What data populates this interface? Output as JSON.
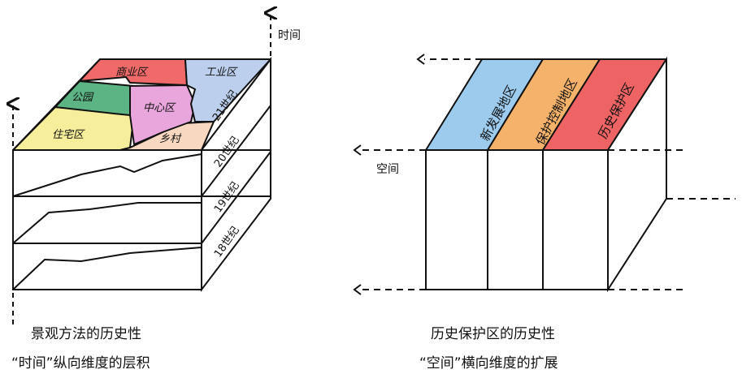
{
  "left": {
    "axis_label": "时间",
    "zones": {
      "commercial": "商业区",
      "industrial": "工业区",
      "park": "公园",
      "center": "中心区",
      "residential": "住宅区",
      "village": "乡村"
    },
    "layers": [
      "21世纪",
      "20世纪",
      "19世纪",
      "18世纪"
    ],
    "caption_line1": "景观方法的历史性",
    "caption_line2": "“时间”纵向维度的层积"
  },
  "right": {
    "axis_label": "空间",
    "stripes": [
      "新发展地区",
      "保护控制地区",
      "历史保护区"
    ],
    "caption_line1": "历史保护区的历史性",
    "caption_line2": "“空间”横向维度的扩展"
  },
  "colors": {
    "commercial": "#f06a6a",
    "industrial": "#bcd0ee",
    "park": "#5cb383",
    "center": "#e8a6dc",
    "residential": "#f6ee9a",
    "village": "#f8d8c0",
    "stripe_new": "#9ccbee",
    "stripe_control": "#f4b26a",
    "stripe_heritage": "#ee6464"
  }
}
